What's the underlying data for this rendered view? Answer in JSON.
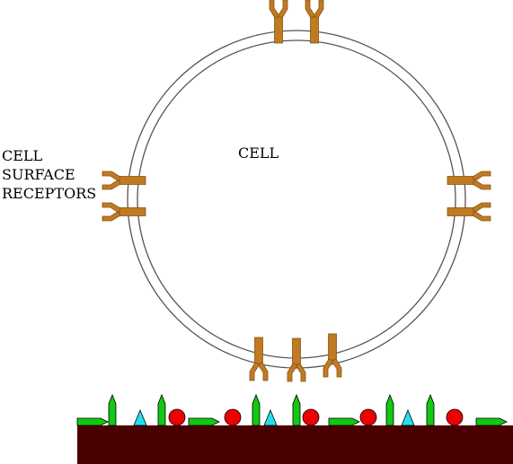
{
  "labels": {
    "cell": "CELL",
    "receptors_line1": "CELL",
    "receptors_line2": "SURFACE",
    "receptors_line3": "RECEPTORS"
  },
  "colors": {
    "membrane": "#555555",
    "receptor": "#c07a22",
    "receptor_outline": "#8a5416",
    "substrate": "#4a0000",
    "green_shape": "#12c812",
    "cyan_shape": "#22e0f0",
    "red_shape": "#ee0000",
    "outline": "#000000"
  },
  "icons": {
    "receptor": "y-shaped-receptor-icon",
    "green_spike": "green-spike-icon",
    "green_arrow": "green-arrow-icon",
    "cyan_triangle": "cyan-triangle-icon",
    "red_circle": "red-circle-icon"
  }
}
